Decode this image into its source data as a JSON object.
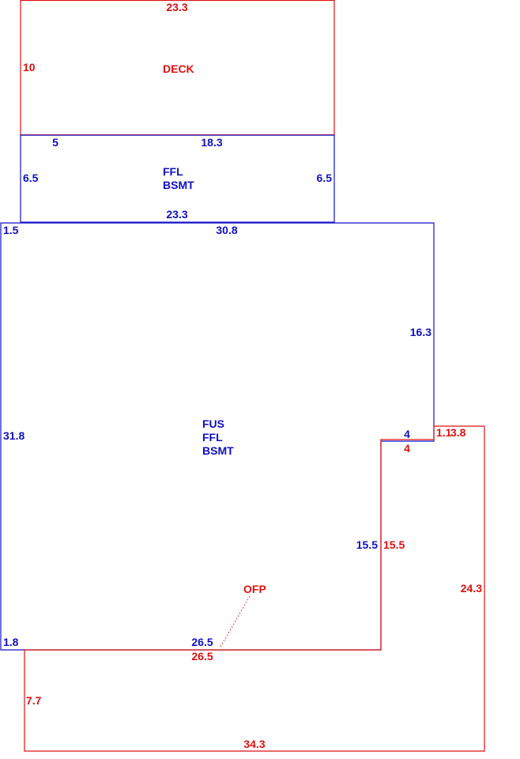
{
  "colors": {
    "blue": "#1010c0",
    "red": "#dd1111"
  },
  "deck": {
    "name": "DECK",
    "top_dim": "23.3",
    "left_dim": "10"
  },
  "ffl_bsmt": {
    "name_line1": "FFL",
    "name_line2": "BSMT",
    "top_left_dim": "5",
    "top_dim": "18.3",
    "left_dim": "6.5",
    "right_dim": "6.5",
    "bottom_dim": "23.3"
  },
  "main": {
    "name_line1": "FUS",
    "name_line2": "FFL",
    "name_line3": "BSMT",
    "top_left_dim": "1.5",
    "top_dim": "30.8",
    "right_upper_dim": "16.3",
    "notch_dim": "4",
    "right_lower_dim": "15.5",
    "left_dim": "31.8",
    "bottom_left_dim": "1.8",
    "bottom_dim": "26.5"
  },
  "ofp": {
    "name": "OFP",
    "corner_dim_a": "1.1",
    "corner_dim_b": "3.8",
    "notch_dim": "4",
    "inner_dim": "15.5",
    "right_dim": "24.3",
    "top_dim": "26.5",
    "left_dim": "7.7",
    "bottom_dim": "34.3"
  }
}
